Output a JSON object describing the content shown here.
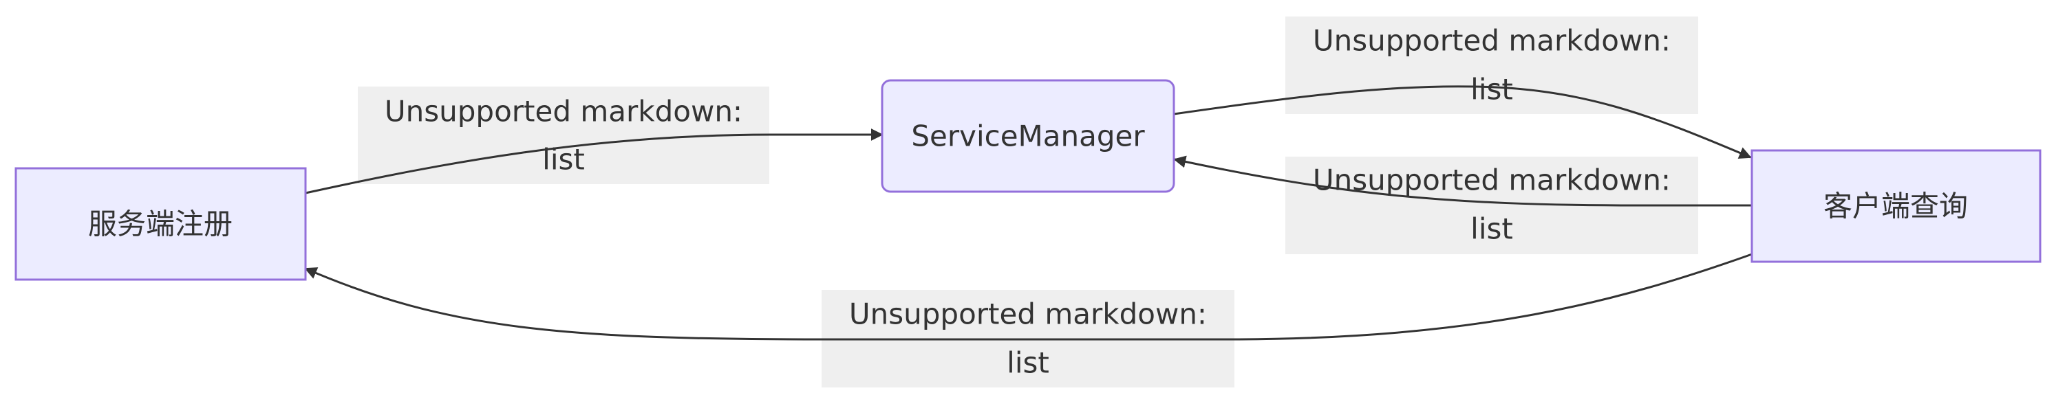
{
  "diagram": {
    "nodes": {
      "server_register": {
        "label": "服务端注册"
      },
      "service_manager": {
        "label": "ServiceManager"
      },
      "client_query": {
        "label": "客户端查询"
      }
    },
    "edges": [
      {
        "from": "server_register",
        "to": "service_manager",
        "label_line1": "Unsupported markdown:",
        "label_line2": "list"
      },
      {
        "from": "service_manager",
        "to": "client_query",
        "label_line1": "Unsupported markdown:",
        "label_line2": "list"
      },
      {
        "from": "client_query",
        "to": "service_manager",
        "label_line1": "Unsupported markdown:",
        "label_line2": "list"
      },
      {
        "from": "client_query",
        "to": "server_register",
        "label_line1": "Unsupported markdown:",
        "label_line2": "list"
      }
    ],
    "colors": {
      "node_fill": "#ececff",
      "node_stroke": "#9370db",
      "edge_line": "#333333",
      "label_background": "#e8e8e8",
      "text": "#333333"
    }
  }
}
